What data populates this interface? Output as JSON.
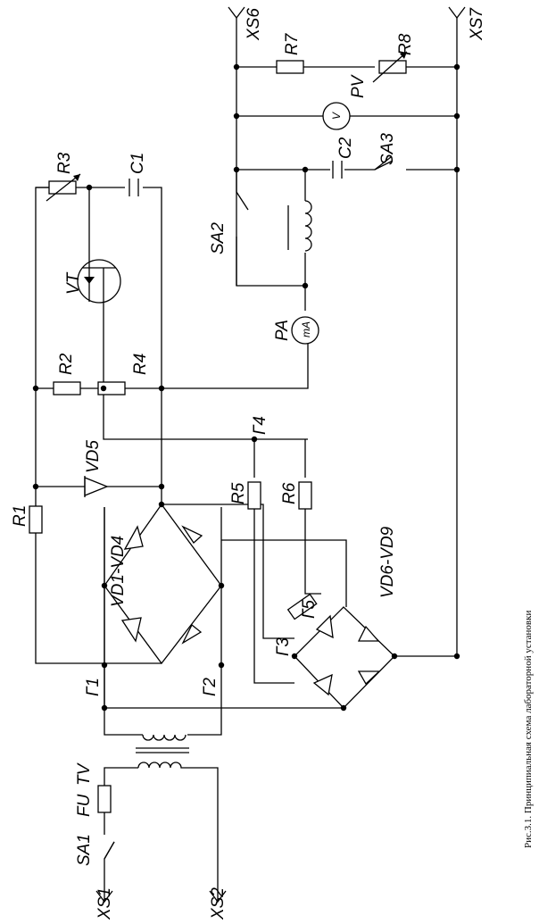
{
  "caption": "Рис.3.1. Принципиальная схема лабораторной установки",
  "labels": {
    "xs1": "XS1",
    "xs2": "XS2",
    "xs6": "XS6",
    "xs7": "XS7",
    "sa1": "SA1",
    "sa2": "SA2",
    "sa3": "SA3",
    "fu": "FU",
    "tv": "TV",
    "r1": "R1",
    "r2": "R2",
    "r3": "R3",
    "r4": "R4",
    "r5": "R5",
    "r6": "R6",
    "r7": "R7",
    "r8": "R8",
    "c1": "C1",
    "c2": "C2",
    "vt": "VT",
    "vd5": "VD5",
    "bridge1": "VD1-VD4",
    "bridge2": "VD6-VD9",
    "pa": "PA",
    "pv": "PV",
    "pa_unit": "mA",
    "pv_unit": "V",
    "g1": "Г1",
    "g2": "Г2",
    "g3": "Г3",
    "g4": "Г4",
    "g5": "Г5"
  }
}
